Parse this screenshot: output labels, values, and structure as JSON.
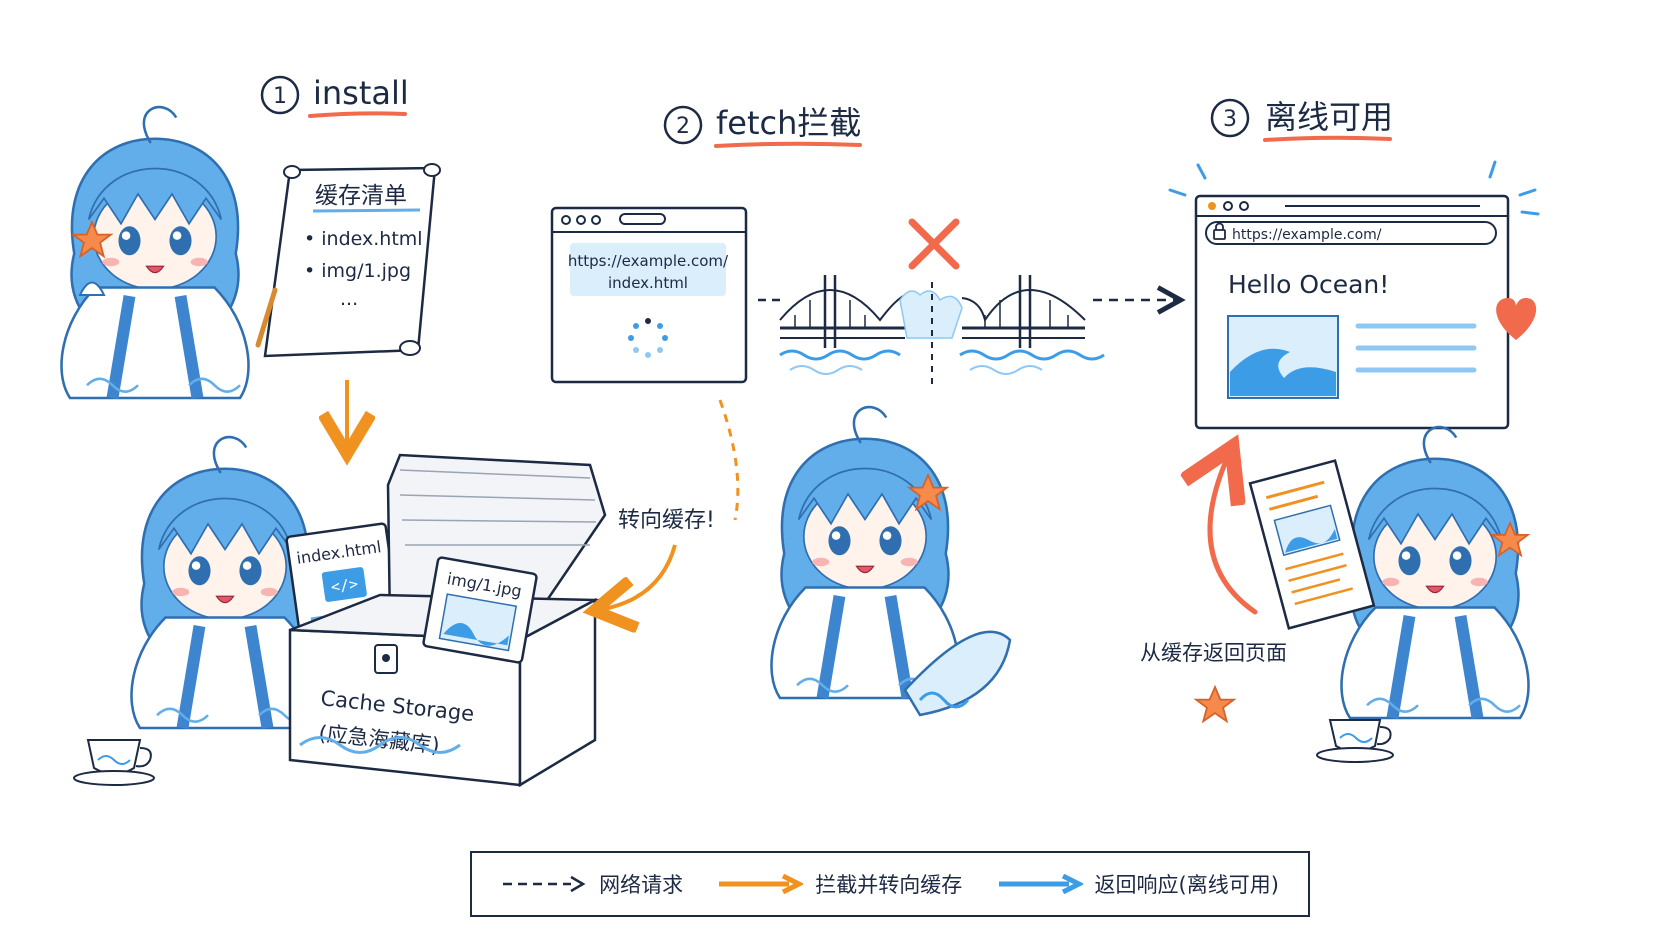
{
  "steps": [
    {
      "number": "1",
      "title": "install"
    },
    {
      "number": "2",
      "title": "fetch拦截"
    },
    {
      "number": "3",
      "title": "离线可用"
    }
  ],
  "colors": {
    "ink": "#1d2a44",
    "orange": "#f0921f",
    "blue": "#3d9ce6",
    "light_blue": "#8ec8f3",
    "coral": "#f06a4b",
    "paper": "#ffffff"
  },
  "install": {
    "scroll_title": "缓存清单",
    "scroll_items": [
      "index.html",
      "img/1.jpg",
      "..."
    ],
    "card_html": "index.html",
    "card_html_icon": "</>",
    "card_img": "img/1.jpg",
    "chest_label_1": "Cache Storage",
    "chest_label_2": "(应急海藏库)"
  },
  "fetch": {
    "url_line_1": "https://example.com/",
    "url_line_2": "index.html",
    "redirect_label": "转向缓存!"
  },
  "offline": {
    "address": "https://example.com/",
    "hello": "Hello Ocean!",
    "return_label": "从缓存返回页面"
  },
  "legend": [
    {
      "label": "网络请求",
      "style": "dashed",
      "color": "#1d2a44"
    },
    {
      "label": "拦截并转向缓存",
      "style": "orange",
      "color": "#f0921f"
    },
    {
      "label": "返回响应(离线可用)",
      "style": "blue",
      "color": "#3d9ce6"
    }
  ],
  "icons": [
    "starfish-icon",
    "shell-icon",
    "heart-icon",
    "x-mark-icon",
    "lock-icon",
    "wave-icon",
    "spinner-icon",
    "teacup-icon",
    "bridge-icon"
  ]
}
